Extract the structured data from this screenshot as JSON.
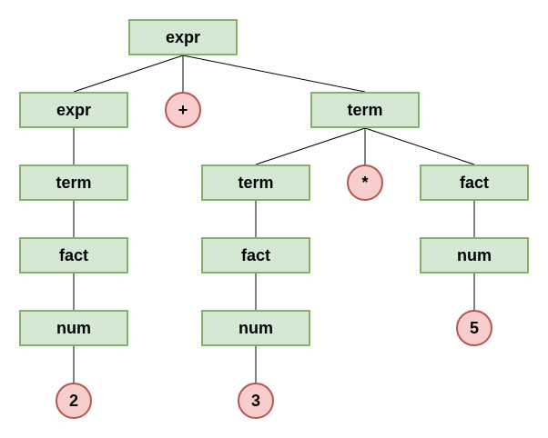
{
  "colors": {
    "nonterminal_fill": "#d5e8d4",
    "nonterminal_border": "#82b366",
    "terminal_fill": "#f8cecc",
    "terminal_border": "#b85450",
    "edge": "#000000"
  },
  "tree": {
    "root": "expr",
    "left_expr": "expr",
    "plus": "+",
    "right_term": "term",
    "l_term": "term",
    "l_fact": "fact",
    "l_num": "num",
    "l_val": "2",
    "m_term": "term",
    "times": "*",
    "r_fact": "fact",
    "m_fact": "fact",
    "m_num": "num",
    "m_val": "3",
    "r_num": "num",
    "r_val": "5"
  }
}
